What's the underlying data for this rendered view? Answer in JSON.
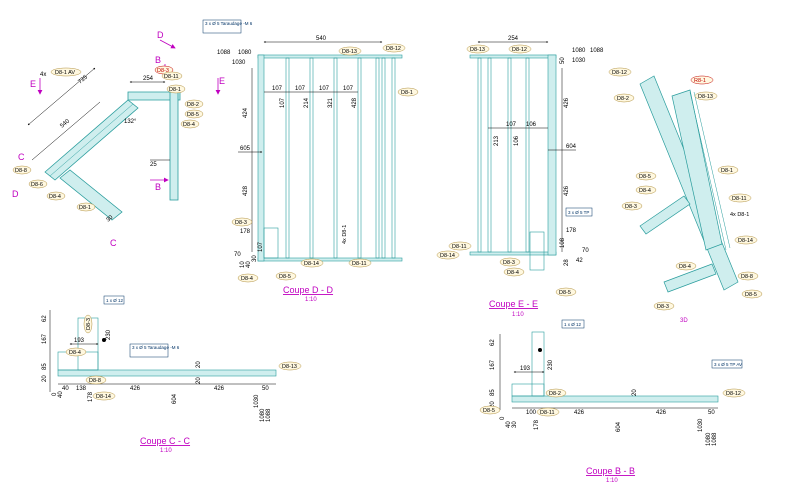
{
  "colors": {
    "steel": "#2a9d9d",
    "steel_fill": "#cfeeee",
    "magenta": "#c000c0",
    "tag_fill": "#fff8e0",
    "tag_stroke": "#b09040",
    "red": "#c00000"
  },
  "views": {
    "dd": {
      "title": "Coupe D - D",
      "scale": "1:10"
    },
    "ee": {
      "title": "Coupe E - E",
      "scale": "1:10"
    },
    "cc": {
      "title": "Coupe C - C",
      "scale": "1:10"
    },
    "bb": {
      "title": "Coupe B - B",
      "scale": "1:10"
    },
    "three_d": {
      "label": "3D"
    }
  },
  "view_letters": {
    "D": "D",
    "E": "E",
    "C": "C",
    "B": "B"
  },
  "notes": {
    "dd_tarau": "3 x Ø 5 Taraudage -M 6",
    "ee_trou": "3 x Ø 5 TP",
    "cc_trou": "1 x Ø 12",
    "cc_tarau": "3 x Ø 5 Taraudage -M 6",
    "bb_trou": "1 x Ø 12",
    "bb_trou2": "3 x Ø 5 TP AV"
  },
  "tags": {
    "D8_1_AV": "D8-1 AV",
    "D8_1": "D8-1",
    "D8_2": "D8-2",
    "D8_3": "D8-3",
    "D8_4": "D8-4",
    "D8_5": "D8-5",
    "D8_6": "D8-6",
    "D8_8": "D8-8",
    "D8_11": "D8-11",
    "D8_12": "D8-12",
    "D8_13": "D8-13",
    "D8_14": "D8-14",
    "R8_1": "R8-1",
    "x4_D8_1": "4x  D8-1"
  },
  "dims_iso": {
    "d735": "735",
    "d254": "254",
    "d540": "540",
    "d132": "132°",
    "d25": "25",
    "d30": "30",
    "d4x": "4x"
  },
  "dims_dd": {
    "top540": "540",
    "d1088": "1088",
    "d1080": "1080",
    "d1030": "1030",
    "d424": "424",
    "d605": "605",
    "d428": "428",
    "d178": "178",
    "d70": "70",
    "d10": "10",
    "d40": "40",
    "d30": "30",
    "d107a": "107",
    "d107b": "107",
    "d107c": "107",
    "d107d": "107",
    "v107": "107",
    "v214": "214",
    "v321": "321",
    "v428": "428",
    "v107b": "107"
  },
  "dims_ee": {
    "top254": "254",
    "d1080": "1080",
    "d1088": "1088",
    "d1030": "1030",
    "d50": "50",
    "d426a": "426",
    "d426b": "426",
    "d604": "604",
    "d107": "107",
    "d106": "106",
    "v213": "213",
    "v106": "106",
    "d178": "178",
    "d108": "108",
    "d70": "70",
    "d28": "28",
    "d42": "42"
  },
  "dims_cc": {
    "d62": "62",
    "d230": "230",
    "d167": "167",
    "d193": "193",
    "d85": "85",
    "d20a": "20",
    "d0": "0",
    "d40": "40",
    "d40b": "40",
    "d138": "138",
    "d178": "178",
    "d426a": "426",
    "d426b": "426",
    "d604": "604",
    "d20b": "20",
    "d20c": "20",
    "d50": "50",
    "d1030": "1030",
    "d1080": "1080",
    "d1088": "1088"
  },
  "dims_bb": {
    "d62": "62",
    "d230": "230",
    "d167": "167",
    "d193": "193",
    "d85": "85",
    "d20": "20",
    "d0": "0",
    "d40": "40",
    "d30": "30",
    "d100": "100",
    "d178": "178",
    "d426a": "426",
    "d604": "604",
    "d20b": "20",
    "d426b": "426",
    "d1030": "1030",
    "d50": "50",
    "d1080": "1080",
    "d1088": "1088"
  }
}
